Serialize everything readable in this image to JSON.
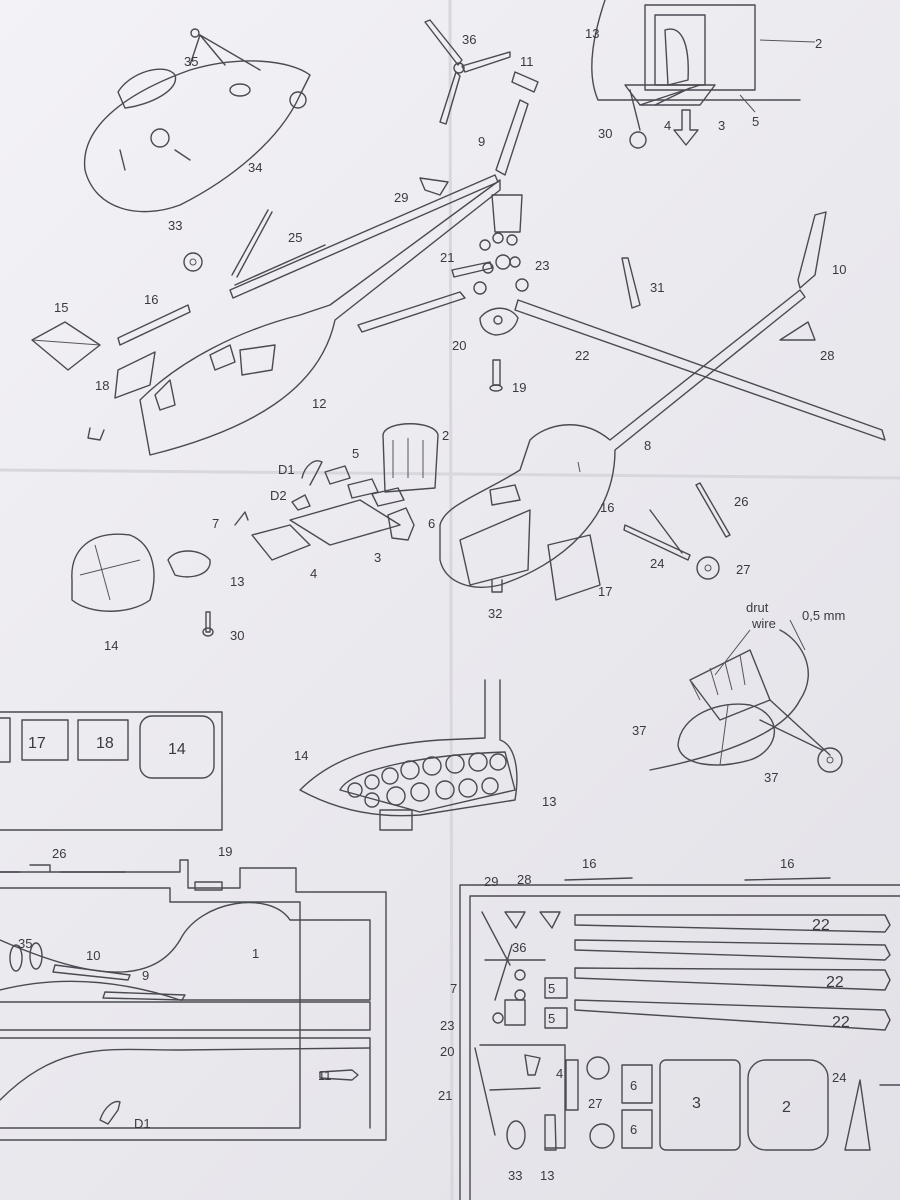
{
  "labels": {
    "p1": "1",
    "p2": "2",
    "p3": "3",
    "p4": "4",
    "p5": "5",
    "p6": "6",
    "p7": "7",
    "p8": "8",
    "p9": "9",
    "p10": "10",
    "p11": "11",
    "p12": "12",
    "p13": "13",
    "p14": "14",
    "p15": "15",
    "p16": "16",
    "p17": "17",
    "p18": "18",
    "p19": "19",
    "p20": "20",
    "p21": "21",
    "p22": "22",
    "p23": "23",
    "p24": "24",
    "p25": "25",
    "p26": "26",
    "p27": "27",
    "p28": "28",
    "p29": "29",
    "p30": "30",
    "p31": "31",
    "p32": "32",
    "p33": "33",
    "p34": "34",
    "p35": "35",
    "p36": "36",
    "p37": "37",
    "d1": "D1",
    "d2": "D2",
    "drut": "drut",
    "wire": "wire",
    "wire_size": "0,5 mm"
  }
}
